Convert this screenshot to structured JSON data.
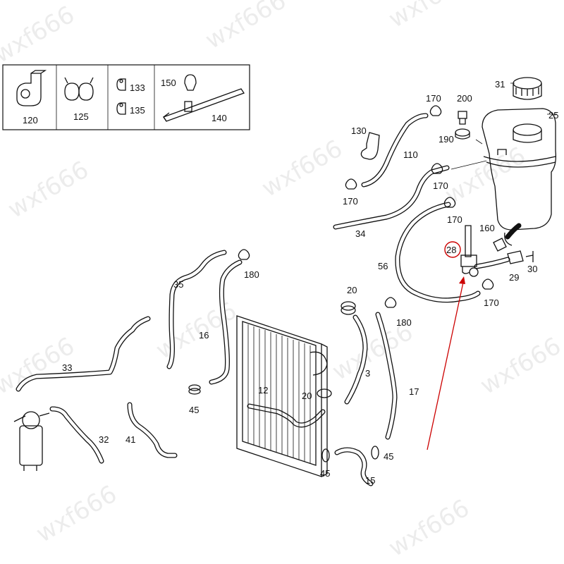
{
  "watermark": "wxf666",
  "highlight_color": "#cc0000",
  "legend": {
    "items": [
      {
        "id": "120",
        "label": "120",
        "icon": "hose-clip-icon"
      },
      {
        "id": "125",
        "label": "125",
        "icon": "double-clip-icon"
      },
      {
        "id": "133",
        "label": "133",
        "icon": "clip-icon"
      },
      {
        "id": "135",
        "label": "135",
        "icon": "clip-icon"
      },
      {
        "id": "150",
        "label": "150",
        "icon": "strap-clip-icon"
      },
      {
        "id": "140",
        "label": "140",
        "icon": "cable-tie-icon"
      }
    ]
  },
  "parts": {
    "p31": "31",
    "p25": "25",
    "p170a": "170",
    "p200": "200",
    "p130": "130",
    "p190": "190",
    "p110": "110",
    "p170b": "170",
    "p170c": "170",
    "p170d": "170",
    "p34": "34",
    "p160": "160",
    "p28": "28",
    "p56": "56",
    "p29": "29",
    "p30": "30",
    "p170e": "170",
    "p180a": "180",
    "p35": "35",
    "p20a": "20",
    "p180b": "180",
    "p16": "16",
    "p33": "33",
    "p3": "3",
    "p12": "12",
    "p20b": "20",
    "p17": "17",
    "p45a": "45",
    "p32": "32",
    "p41": "41",
    "p45b": "45",
    "p45c": "45",
    "p15": "15"
  }
}
